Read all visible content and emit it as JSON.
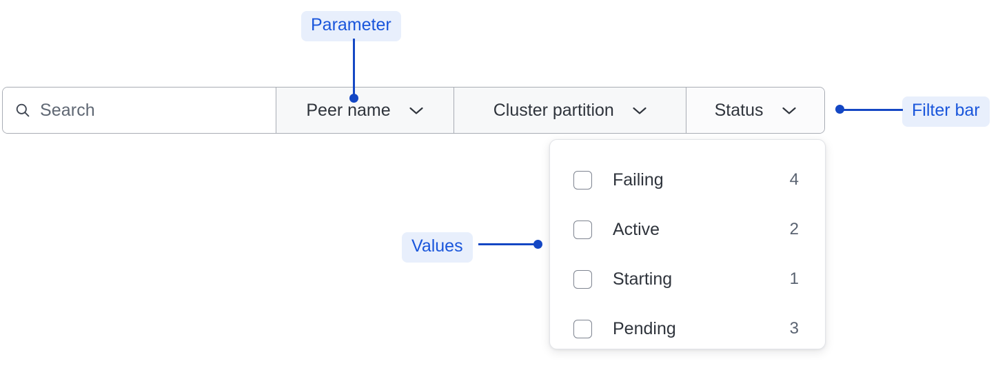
{
  "filter_bar": {
    "search": {
      "placeholder": "Search",
      "value": "",
      "icon": "search-icon"
    },
    "segments": [
      {
        "label": "Peer name",
        "icon": "chevron-down-icon"
      },
      {
        "label": "Cluster partition",
        "icon": "chevron-down-icon"
      },
      {
        "label": "Status",
        "icon": "chevron-down-icon"
      }
    ]
  },
  "dropdown": {
    "options": [
      {
        "label": "Failing",
        "count": "4",
        "checked": false
      },
      {
        "label": "Active",
        "count": "2",
        "checked": false
      },
      {
        "label": "Starting",
        "count": "1",
        "checked": false
      },
      {
        "label": "Pending",
        "count": "3",
        "checked": false
      }
    ]
  },
  "annotations": {
    "parameter": "Parameter",
    "values": "Values",
    "filter_bar": "Filter bar"
  },
  "colors": {
    "annotation_text": "#1a56db",
    "annotation_background": "#e8effc",
    "annotation_line": "#1447c4",
    "border": "#a8acb4",
    "text": "#2f343c",
    "muted_text": "#5a6371"
  }
}
